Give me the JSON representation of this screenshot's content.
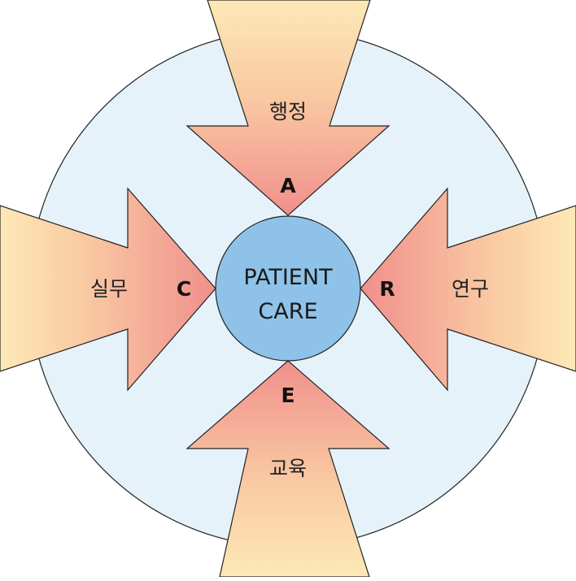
{
  "center": {
    "line1": "PATIENT",
    "line2": "CARE"
  },
  "arrows": {
    "top": {
      "letter": "A",
      "word": "행정"
    },
    "left": {
      "letter": "C",
      "word": "실무"
    },
    "right": {
      "letter": "R",
      "word": "연구"
    },
    "bottom": {
      "letter": "E",
      "word": "교육"
    }
  },
  "colors": {
    "background_circle": "#e6f2fa",
    "center_circle": "#8ec2e8",
    "arrow_head": "#f2a59a",
    "arrow_head_inner": "#ee8f8c",
    "arrow_tail": "#fde6b0",
    "outline": "#222222"
  }
}
